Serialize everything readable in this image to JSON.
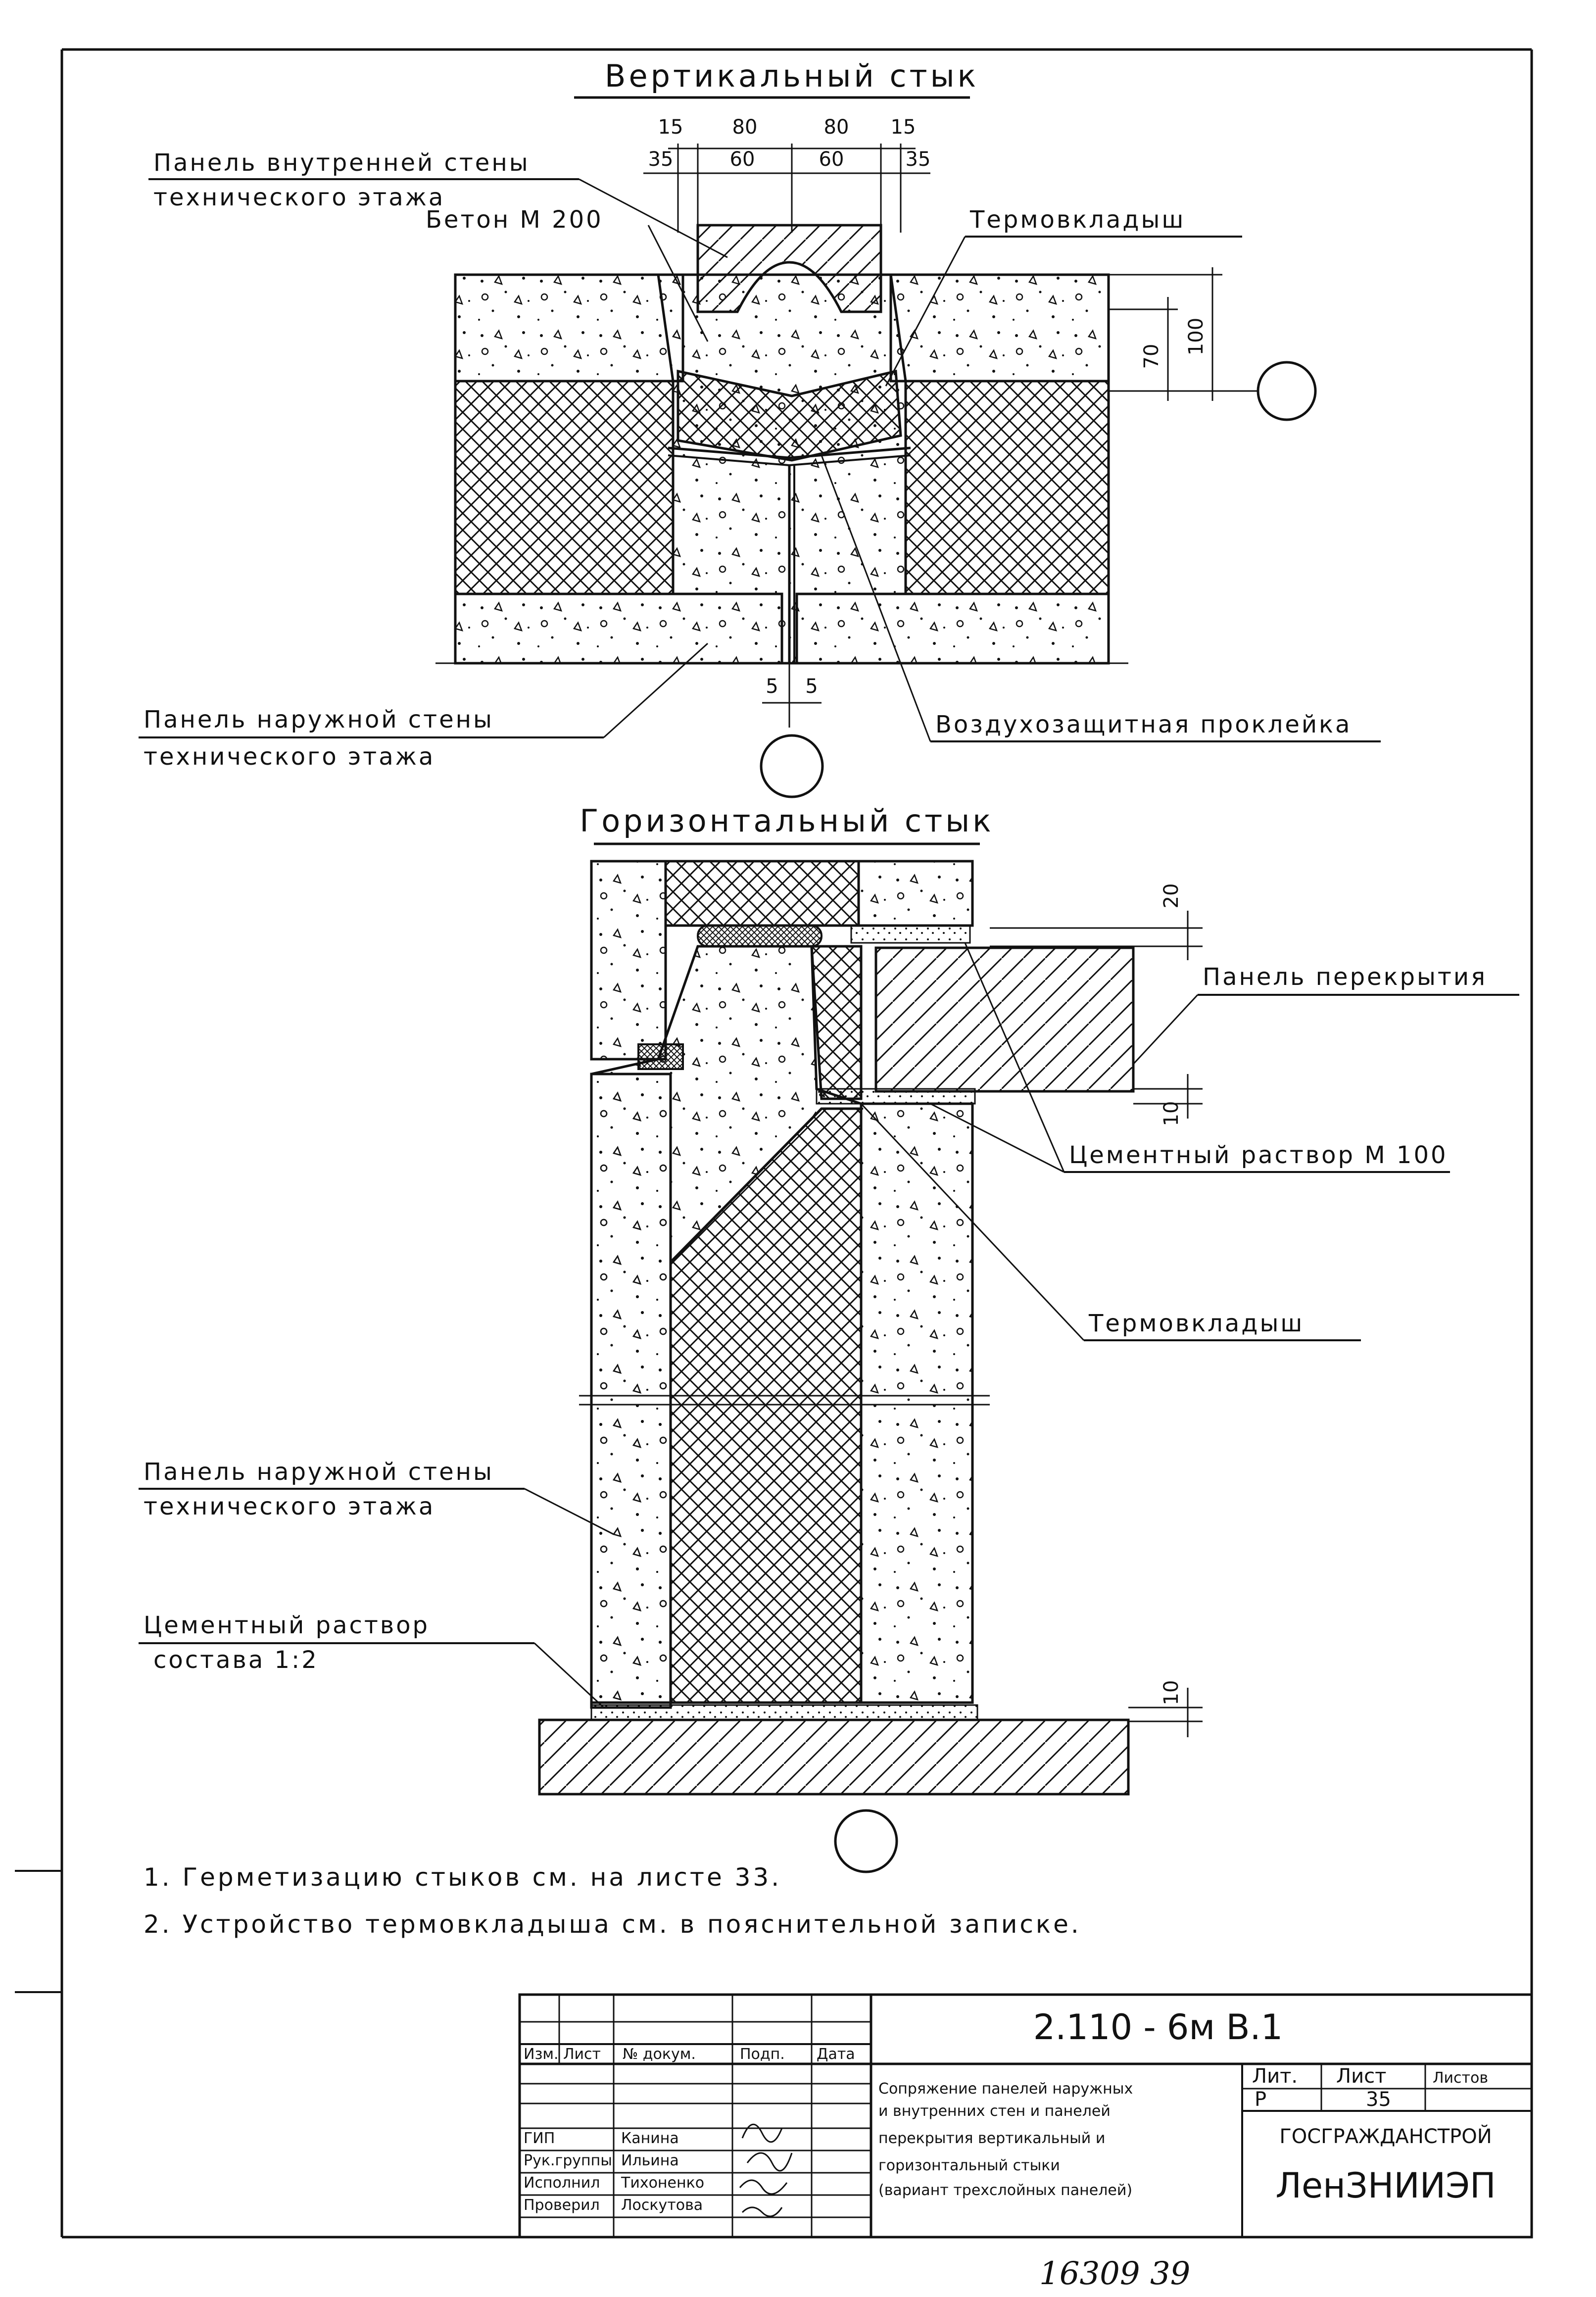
{
  "vertical_joint": {
    "title": "Вертикальный стык",
    "dims_top": [
      "15",
      "80",
      "80",
      "15"
    ],
    "dims_mid": [
      "35",
      "60",
      "60",
      "35"
    ],
    "dims_side": [
      "70",
      "100"
    ],
    "dims_bottom": [
      "5",
      "5"
    ],
    "labels": {
      "inner_panel_1": "Панель внутренней стены",
      "inner_panel_2": "технического этажа",
      "concrete": "Бетон М 200",
      "thermo": "Термовкладыш",
      "outer_panel_1": "Панель наружной стены",
      "outer_panel_2": "технического этажа",
      "air_seal": "Воздухозащитная проклейка"
    }
  },
  "horizontal_joint": {
    "title": "Горизонтальный стык",
    "dims": [
      "20",
      "10",
      "10"
    ],
    "labels": {
      "slab_panel": "Панель перекрытия",
      "cement_m100": "Цементный раствор М 100",
      "thermo": "Термовкладыш",
      "outer_panel_1": "Панель наружной стены",
      "outer_panel_2": "технического этажа",
      "cement_mix_1": "Цементный раствор",
      "cement_mix_2": "состава 1:2"
    }
  },
  "notes": [
    "1. Герметизацию стыков см. на листе 33.",
    "2. Устройство термовкладыша см. в пояснительной записке."
  ],
  "title_block": {
    "code": "2.110 - 6м В.1",
    "header_cols": [
      "Изм.",
      "Лист",
      "№ докум.",
      "Подп.",
      "Дата"
    ],
    "staff": [
      {
        "role": "ГИП",
        "name": "Канина"
      },
      {
        "role": "Рук.группы",
        "name": "Ильина"
      },
      {
        "role": "Исполнил",
        "name": "Тихоненко"
      },
      {
        "role": "Проверил",
        "name": "Лоскутова"
      }
    ],
    "description": [
      "Сопряжение панелей наружных",
      "и внутренних стен и панелей",
      "перекрытия вертикальный и",
      "горизонтальный стыки",
      "(вариант трехслойных панелей)"
    ],
    "stage_label": "Лит.",
    "sheet_label": "Лист",
    "sheets_label": "Листов",
    "stage": "Р",
    "sheet": "35",
    "org_top": "ГОСГРАЖДАНСТРОЙ",
    "org": "ЛенЗНИИЭП"
  },
  "archive_number": "16309  39"
}
